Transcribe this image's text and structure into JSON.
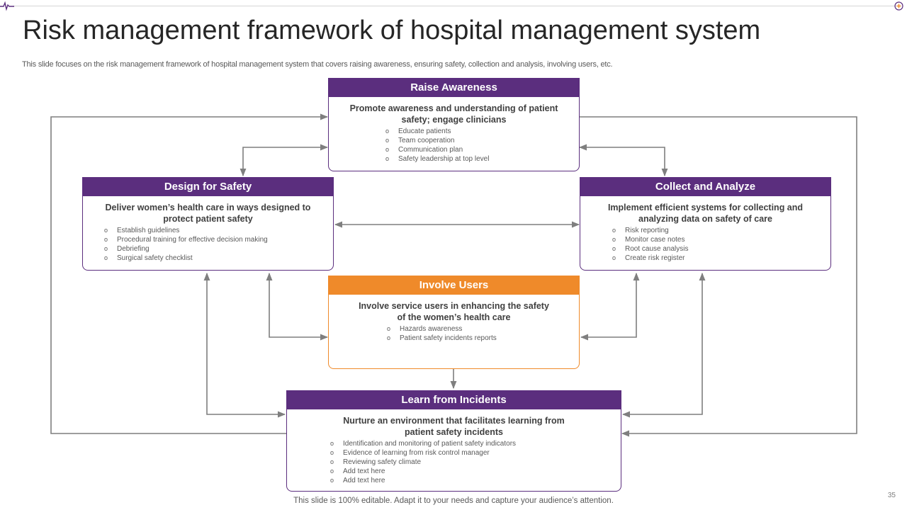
{
  "title": "Risk management framework of hospital management system",
  "subtitle": "This slide focuses on the risk management framework of hospital management system that covers raising awareness, ensuring safety, collection and analysis, involving users, etc.",
  "boxes": {
    "raise": {
      "header": "Raise Awareness",
      "desc": "Promote awareness and understanding of patient safety; engage clinicians",
      "items": [
        "Educate patients",
        "Team cooperation",
        "Communication plan",
        "Safety leadership at top level"
      ]
    },
    "design": {
      "header": "Design for Safety",
      "desc": "Deliver women’s health care in ways designed to protect patient safety",
      "items": [
        "Establish guidelines",
        "Procedural training for effective decision making",
        "Debriefing",
        "Surgical safety checklist"
      ]
    },
    "collect": {
      "header": "Collect and Analyze",
      "desc": "Implement efficient systems for collecting and analyzing data on safety of care",
      "items": [
        "Risk reporting",
        "Monitor case notes",
        "Root cause analysis",
        "Create risk register"
      ]
    },
    "involve": {
      "header": "Involve Users",
      "desc": "Involve service users in enhancing the safety of the women’s health care",
      "items": [
        "Hazards awareness",
        "Patient safety incidents reports"
      ]
    },
    "learn": {
      "header": "Learn from Incidents",
      "desc": "Nurture an environment that facilitates learning from patient safety incidents",
      "items": [
        "Identification and monitoring of patient safety indicators",
        "Evidence of learning from risk control manager",
        "Reviewing safety climate",
        "Add text here",
        "Add text here"
      ]
    }
  },
  "footer": "This slide is 100% editable. Adapt it to your needs and capture your audience’s attention.",
  "page_number": "35",
  "colors": {
    "purple": "#5b2e7e",
    "orange": "#ef8a2a",
    "arrow": "#7f7f7f"
  },
  "icons": [
    "pulse-icon",
    "plus-circle-icon"
  ]
}
